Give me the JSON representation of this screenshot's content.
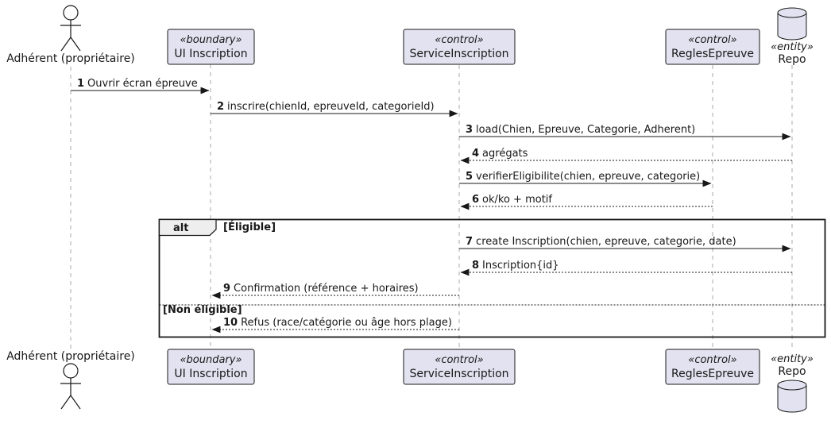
{
  "diagram": {
    "type": "uml-sequence-diagram",
    "colors": {
      "participant_fill": "#E2E2F0",
      "participant_border": "#181818",
      "lifeline": "#A8A8A8",
      "frame_operator_fill": "#EEEEEE",
      "arrow": "#181818",
      "background": "#FFFFFF"
    },
    "participants": {
      "adherent": {
        "kind": "actor",
        "label": "Adhérent (propriétaire)"
      },
      "ui": {
        "kind": "participant",
        "stereotype": "«boundary»",
        "name": "UI Inscription"
      },
      "service": {
        "kind": "participant",
        "stereotype": "«control»",
        "name": "ServiceInscription"
      },
      "regles": {
        "kind": "participant",
        "stereotype": "«control»",
        "name": "ReglesEpreuve"
      },
      "repo": {
        "kind": "database",
        "stereotype": "«entity»",
        "name": "Repo"
      }
    },
    "messages": [
      {
        "num": "1",
        "label": "Ouvrir écran épreuve",
        "from": "adherent",
        "to": "ui",
        "style": "solid"
      },
      {
        "num": "2",
        "label": "inscrire(chienId, epreuveId, categorieId)",
        "from": "ui",
        "to": "service",
        "style": "solid"
      },
      {
        "num": "3",
        "label": "load(Chien, Epreuve, Categorie, Adherent)",
        "from": "service",
        "to": "repo",
        "style": "solid"
      },
      {
        "num": "4",
        "label": "agrégats",
        "from": "repo",
        "to": "service",
        "style": "dashed"
      },
      {
        "num": "5",
        "label": "verifierEligibilite(chien, epreuve, categorie)",
        "from": "service",
        "to": "regles",
        "style": "solid"
      },
      {
        "num": "6",
        "label": "ok/ko + motif",
        "from": "regles",
        "to": "service",
        "style": "dashed"
      },
      {
        "num": "7",
        "label": "create Inscription(chien, epreuve, categorie, date)",
        "from": "service",
        "to": "repo",
        "style": "solid"
      },
      {
        "num": "8",
        "label": "Inscription{id}",
        "from": "repo",
        "to": "service",
        "style": "dashed"
      },
      {
        "num": "9",
        "label": "Confirmation (référence + horaires)",
        "from": "service",
        "to": "ui",
        "style": "dashed"
      },
      {
        "num": "10",
        "label": "Refus (race/catégorie ou âge hors plage)",
        "from": "service",
        "to": "ui",
        "style": "dashed"
      }
    ],
    "alt_frame": {
      "operator": "alt",
      "guards": [
        "[Éligible]",
        "[Non éligible]"
      ]
    }
  }
}
